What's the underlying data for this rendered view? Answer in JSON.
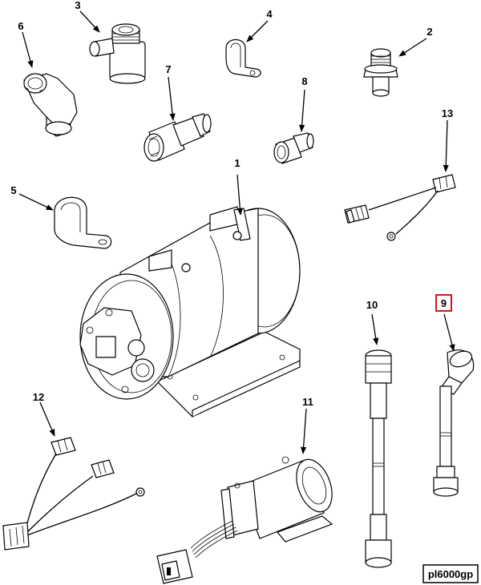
{
  "callouts": {
    "c1": "1",
    "c2": "2",
    "c3": "3",
    "c4": "4",
    "c5": "5",
    "c6": "6",
    "c7": "7",
    "c8": "8",
    "c9": "9",
    "c10": "10",
    "c11": "11",
    "c12": "12",
    "c13": "13"
  },
  "highlighted_callout": "9",
  "highlight_color": "#d4141c",
  "reference_code": "pl6000gp"
}
